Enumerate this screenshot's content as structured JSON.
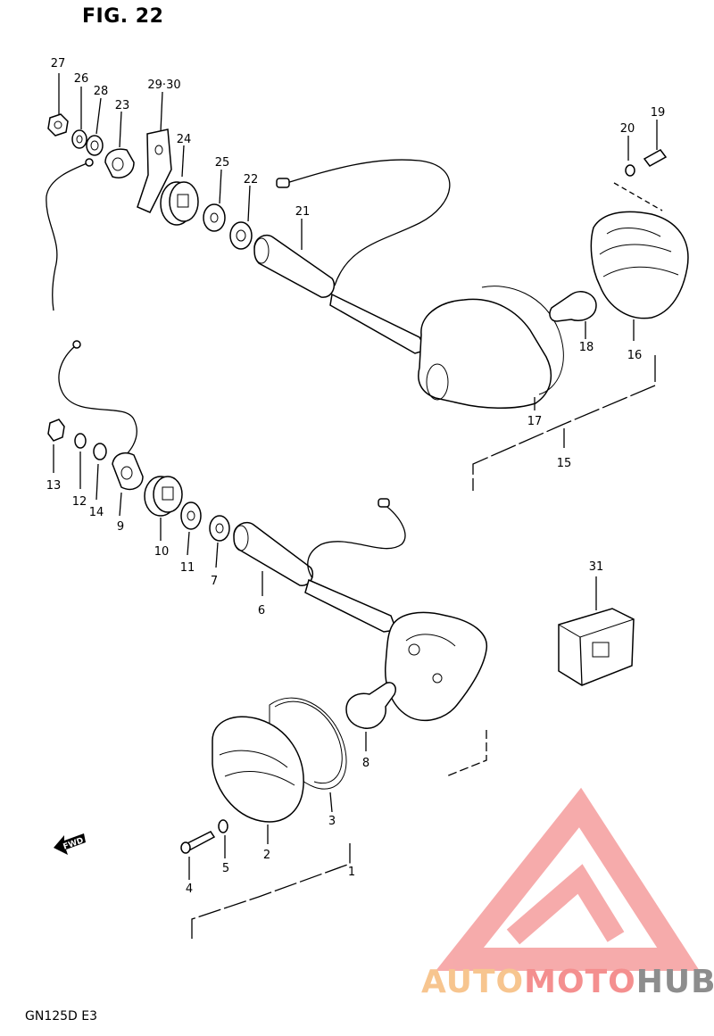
{
  "header": {
    "figure_title": "FIG. 22"
  },
  "footer": {
    "model_code": "GN125D  E3"
  },
  "watermark": {
    "text_parts": [
      "AUTO",
      "MOTO",
      "HUB"
    ],
    "colors": {
      "auto": "#f7c58f",
      "moto": "#f48f8f",
      "hub": "#8d8d8d",
      "logo": "#f48f8f"
    }
  },
  "fwd_label": "FWD",
  "callouts": {
    "c27": "27",
    "c26": "26",
    "c28": "28",
    "c23": "23",
    "c2930": "29·30",
    "c24": "24",
    "c25": "25",
    "c22": "22",
    "c21": "21",
    "c20": "20",
    "c19": "19",
    "c18": "18",
    "c16": "16",
    "c17": "17",
    "c15": "15",
    "c13": "13",
    "c12": "12",
    "c14": "14",
    "c9": "9",
    "c10": "10",
    "c11": "11",
    "c7": "7",
    "c6": "6",
    "c31": "31",
    "c8": "8",
    "c3": "3",
    "c2": "2",
    "c4": "4",
    "c5": "5",
    "c1": "1"
  }
}
